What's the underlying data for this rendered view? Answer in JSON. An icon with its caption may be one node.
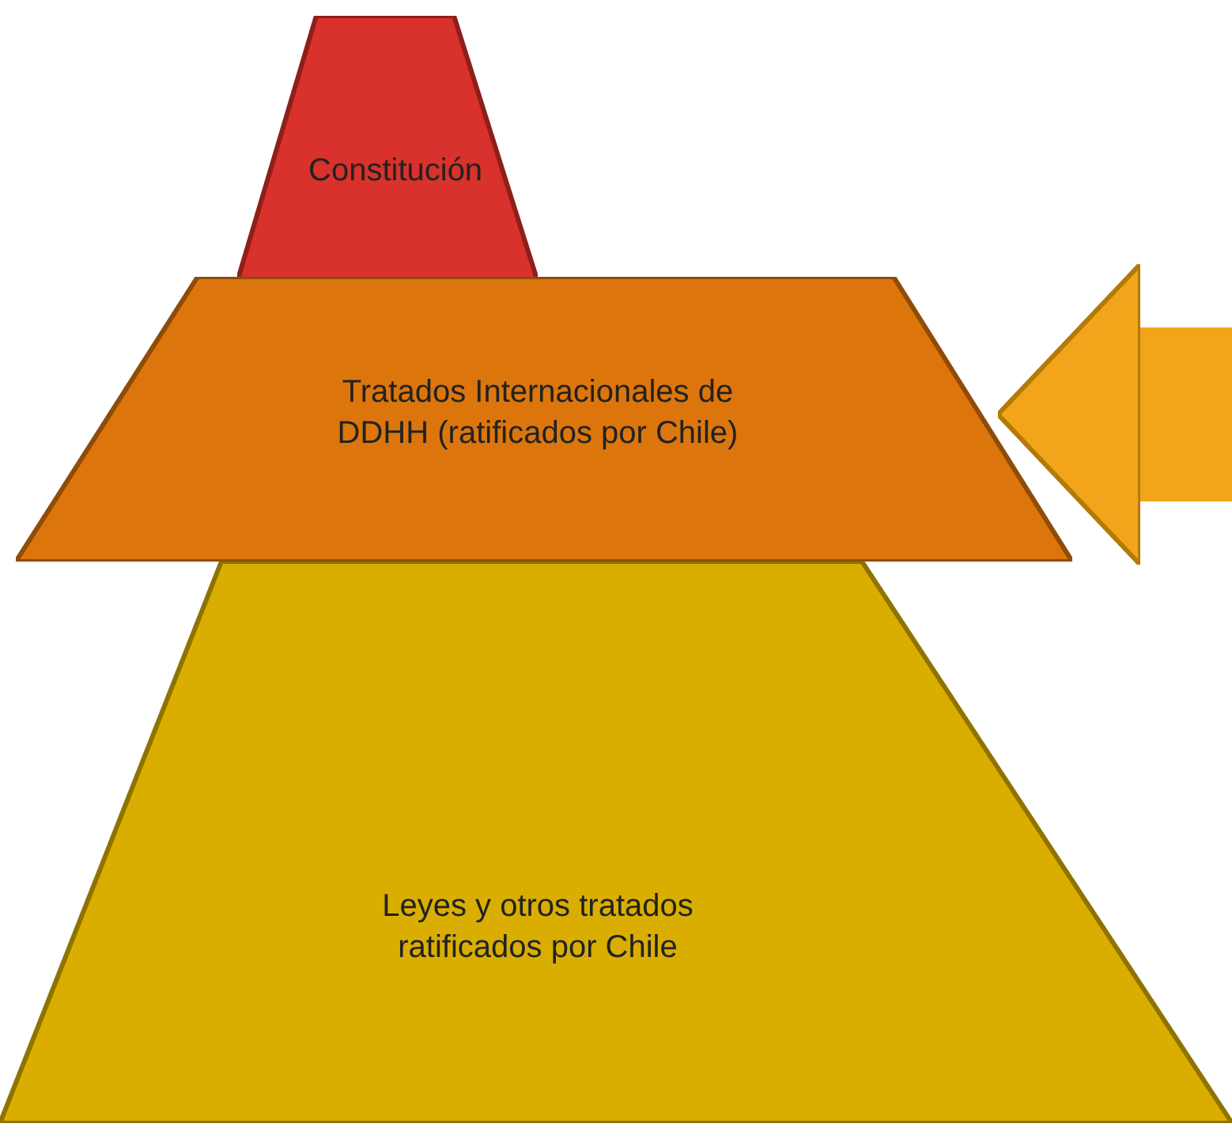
{
  "diagram": {
    "nodes": [
      {
        "text": [
          "Constitución"
        ]
      },
      {
        "text": [
          "Tratados Internacionales de  DDHH (ratificados por Chile)"
        ]
      },
      {
        "text": [
          "Leyes y otros tratados ratificados por Chile"
        ]
      }
    ],
    "edges": [
      {
        "from": null,
        "to": 1,
        "arrow": "to",
        "color": "#f2a51a"
      }
    ]
  }
}
